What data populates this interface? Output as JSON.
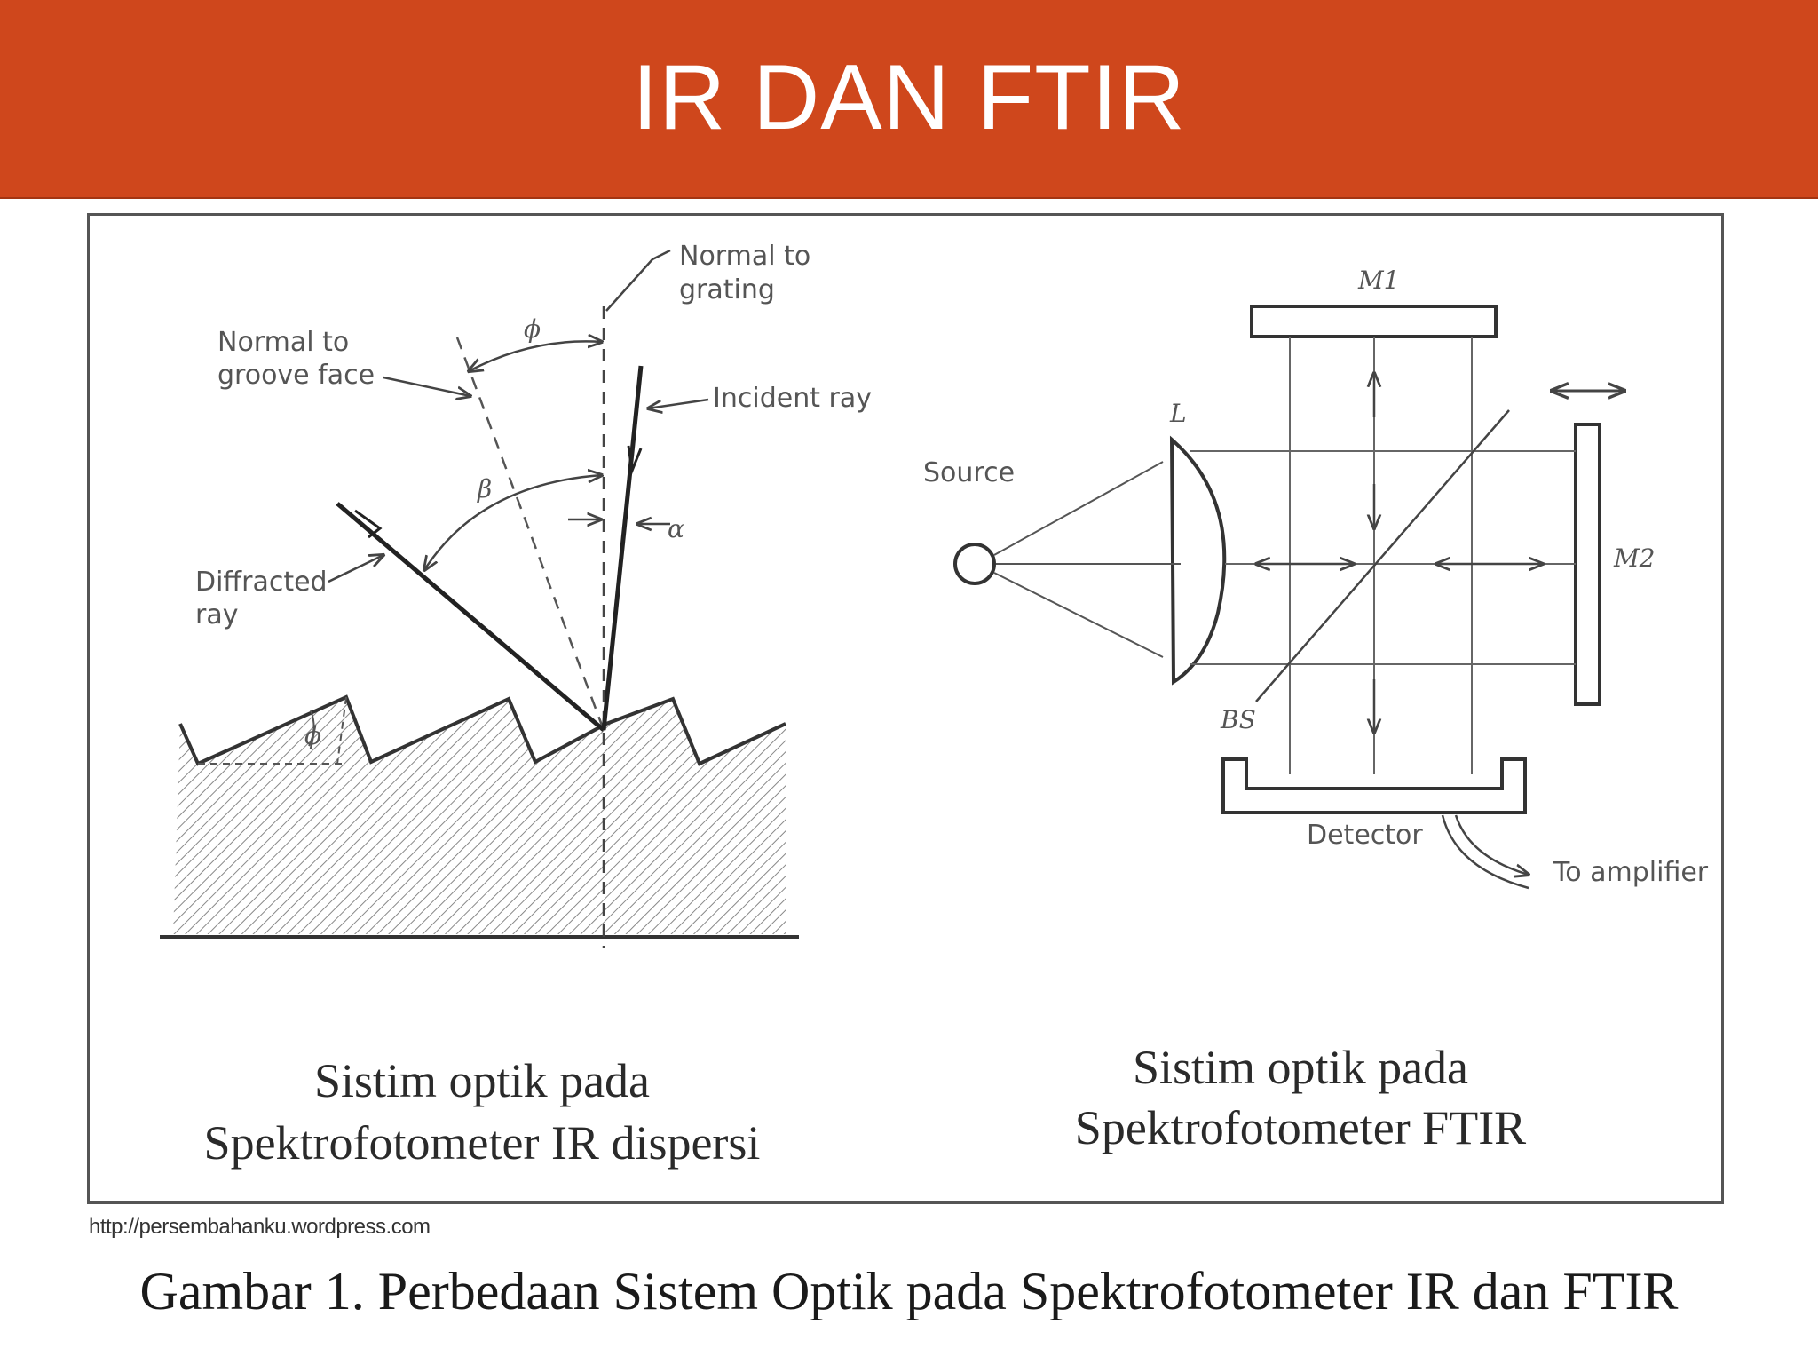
{
  "header": {
    "title": "IR DAN FTIR"
  },
  "dispersive": {
    "normal_to_grating": [
      "Normal to",
      "grating"
    ],
    "normal_to_groove_face": [
      "Normal to",
      "groove face"
    ],
    "incident_ray": "Incident ray",
    "diffracted_ray": [
      "Diffracted",
      "ray"
    ],
    "phi": "ϕ",
    "beta": "β",
    "alpha": "α",
    "caption": [
      "Sistim optik pada",
      "Spektrofotometer IR dispersi"
    ]
  },
  "ftir": {
    "m1": "M1",
    "m2": "M2",
    "lens": "L",
    "source": "Source",
    "beam_splitter": "BS",
    "detector": "Detector",
    "to_amplifier": "To amplifier",
    "caption": [
      "Sistim optik pada",
      "Spektrofotometer FTIR"
    ]
  },
  "source_url": "http://persembahanku.wordpress.com",
  "figure_caption": "Gambar 1. Perbedaan Sistem Optik pada Spektrofotometer IR dan FTIR",
  "colors": {
    "header_bg": "#cf471c",
    "line": "#444444"
  }
}
